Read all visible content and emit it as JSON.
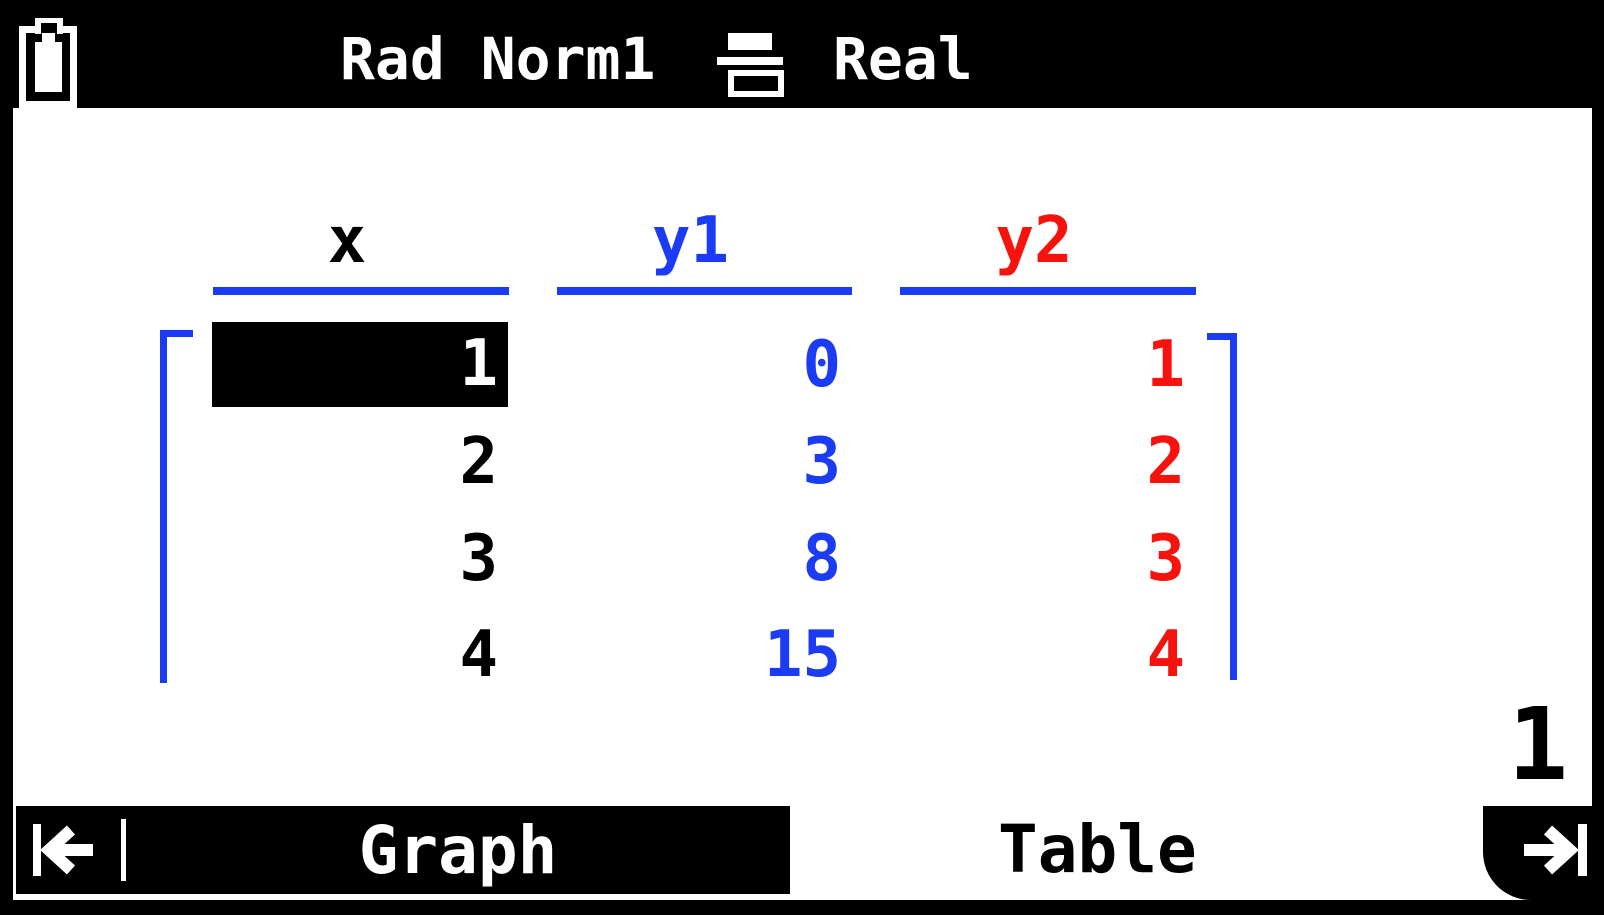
{
  "status_bar": {
    "battery_icon": "battery-full",
    "angle_unit": "Rad",
    "display_format": "Norm1",
    "fraction_icon": "d-over-c-fraction",
    "number_mode": "Real"
  },
  "table": {
    "columns": [
      {
        "id": "x",
        "label": "x",
        "color": "#000000"
      },
      {
        "id": "y1",
        "label": "y1",
        "color": "#1c3cf4"
      },
      {
        "id": "y2",
        "label": "y2",
        "color": "#f6130e"
      }
    ],
    "rows": [
      [
        "1",
        "0",
        "1"
      ],
      [
        "2",
        "3",
        "2"
      ],
      [
        "3",
        "8",
        "3"
      ],
      [
        "4",
        "15",
        "4"
      ]
    ],
    "selected": {
      "row": 0,
      "col": 0
    }
  },
  "page_indicator": {
    "value": "1"
  },
  "softkeys": {
    "back_icon": "page-back",
    "graph_label": "Graph",
    "table_label": "Table",
    "next_icon": "page-next"
  },
  "colors": {
    "accent_blue": "#1c3cf4",
    "accent_red": "#f6130e",
    "underline_blue": "#1c3cf4",
    "bracket_blue": "#1c3cf4"
  }
}
